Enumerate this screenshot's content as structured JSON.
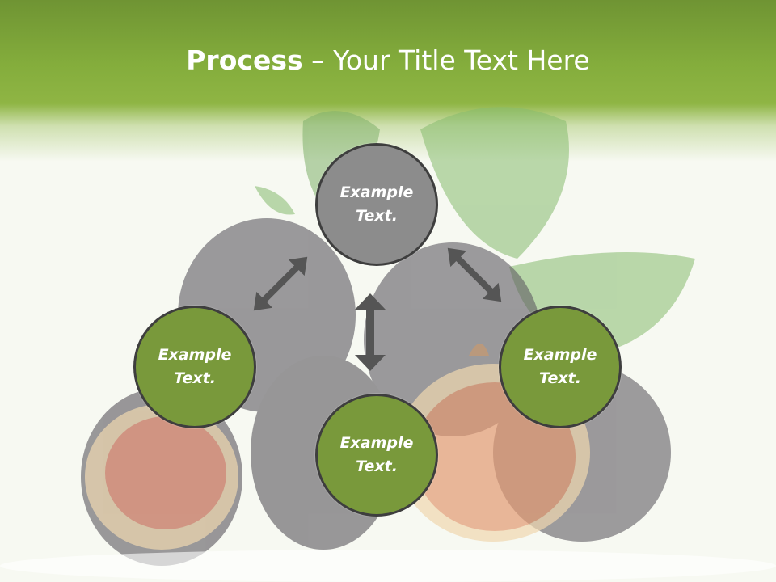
{
  "title": {
    "bold": "Process",
    "rest": " – Your Title Text Here"
  },
  "nodes": {
    "top": "Example\nText.",
    "left": "Example\nText.",
    "right": "Example\nText.",
    "bottom": "Example\nText."
  },
  "colors": {
    "header": "#84ad3c",
    "node_green": "#79993b",
    "node_gray": "#8c8c8c",
    "arrow": "#555555",
    "border": "#3e3e3e"
  },
  "icons": {
    "background": "fig-fruit-image",
    "arrows": "double-headed-arrow-icon"
  }
}
